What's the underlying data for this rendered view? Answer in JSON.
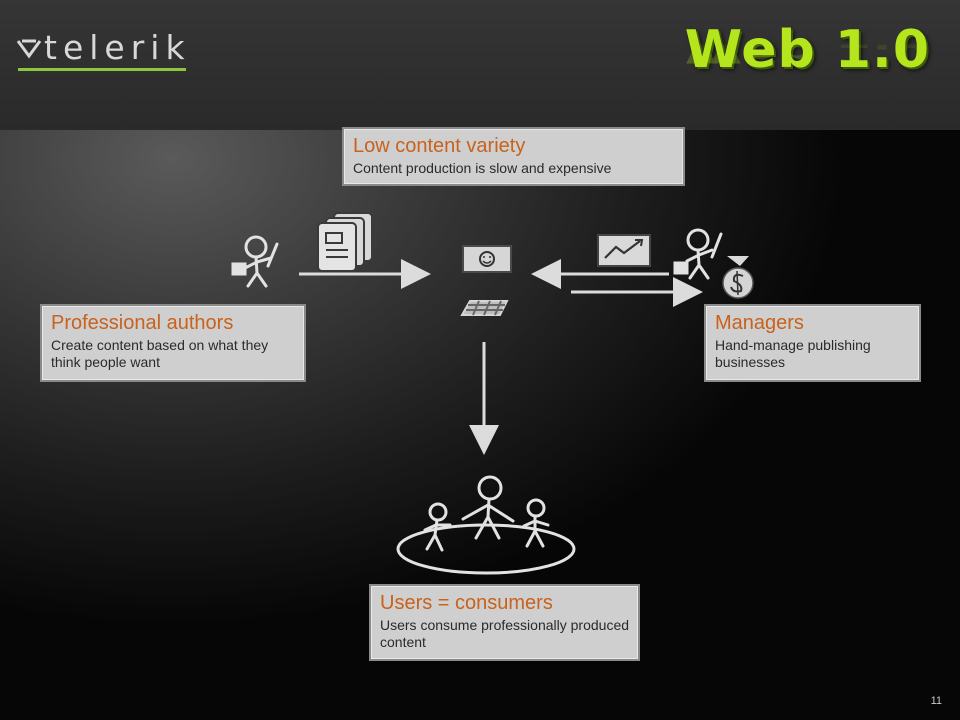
{
  "logo": {
    "text": "telerik"
  },
  "slide": {
    "title": "Web 1.0",
    "page_number": "11"
  },
  "boxes": {
    "content": {
      "title": "Low content variety",
      "desc": "Content production is slow and expensive"
    },
    "authors": {
      "title": "Professional authors",
      "desc": "Create content based on what they think people want"
    },
    "managers": {
      "title": "Managers",
      "desc": "Hand-manage publishing businesses"
    },
    "users": {
      "title": "Users = consumers",
      "desc": "Users consume professionally produced content"
    }
  },
  "colors": {
    "title": "#b5e61d",
    "accent": "#8cc63f",
    "box_title": "#c8621c",
    "box_bg": "#cfcfcf"
  },
  "icons": [
    "author-figure-icon",
    "documents-icon",
    "website-icon",
    "keyboard-icon",
    "chart-icon",
    "manager-figure-icon",
    "money-bag-icon",
    "users-group-icon"
  ]
}
